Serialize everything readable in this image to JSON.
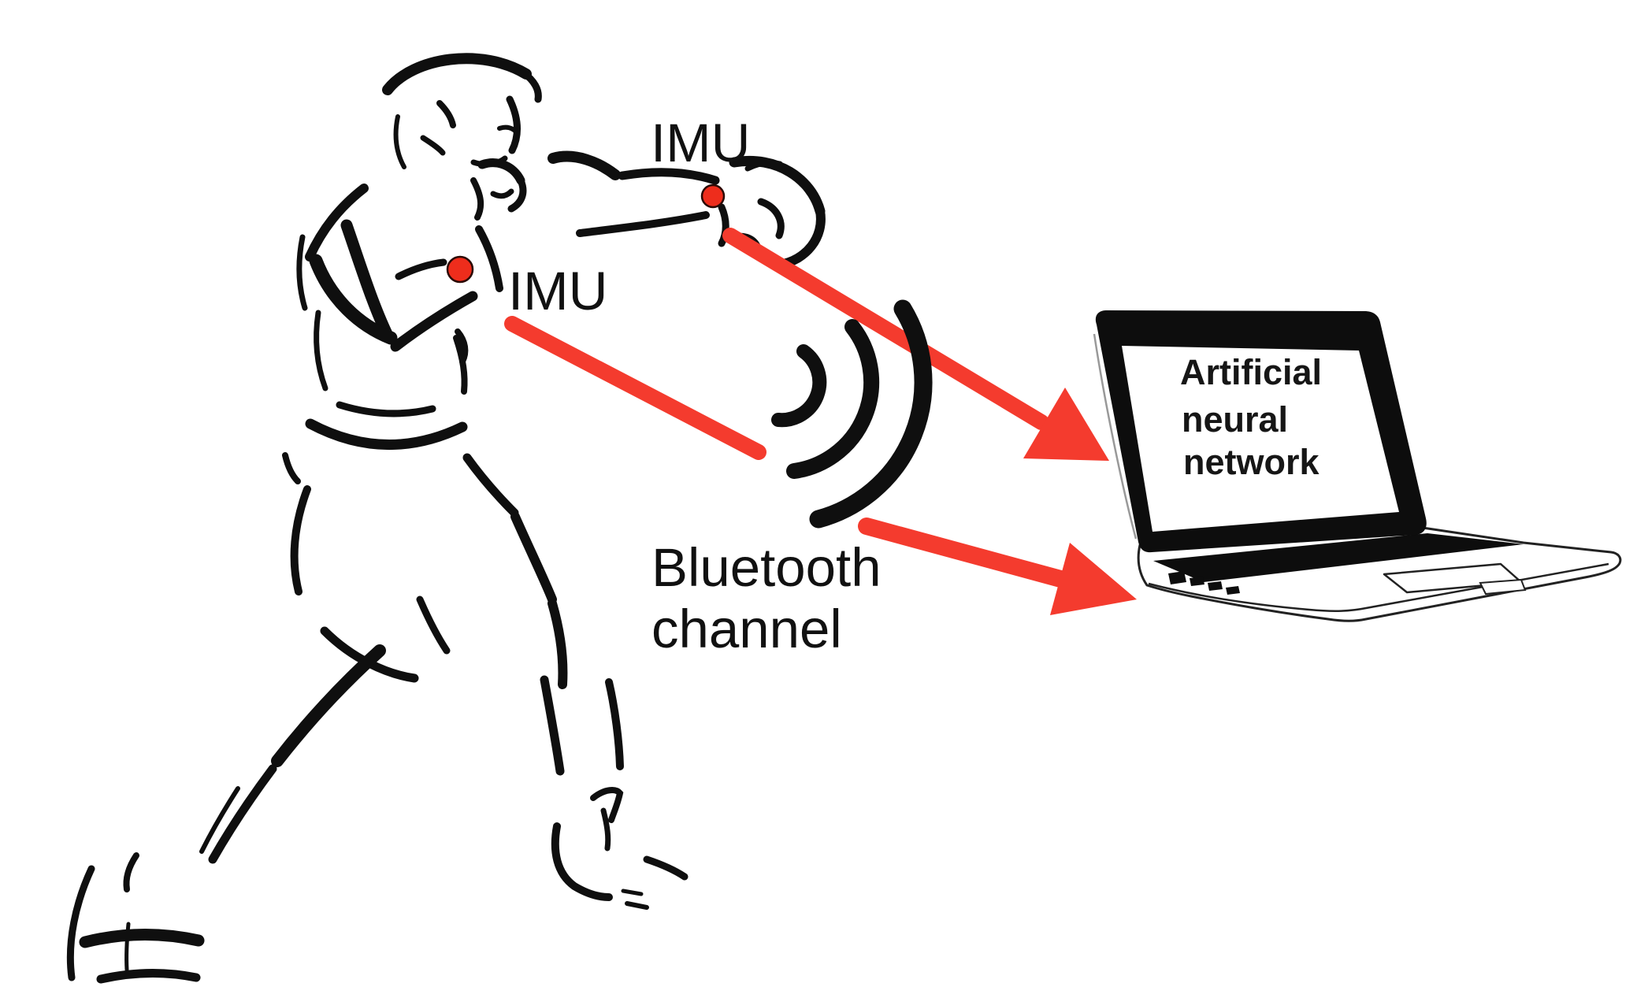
{
  "diagram": {
    "background": "#ffffff",
    "ink_color": "#0f0f0f",
    "accent_red": "#f43b2e",
    "sensor_dot_color": "#ee2d1c",
    "sensors": [
      {
        "label": "IMU",
        "location": "rear-arm-glove-wrist"
      },
      {
        "label": "IMU",
        "location": "lead-arm-forearm"
      }
    ],
    "bluetooth": {
      "line1": "Bluetooth",
      "line2": "channel"
    },
    "laptop_screen": {
      "line1": "Artificial",
      "line2": "neural",
      "line3": "network"
    }
  }
}
